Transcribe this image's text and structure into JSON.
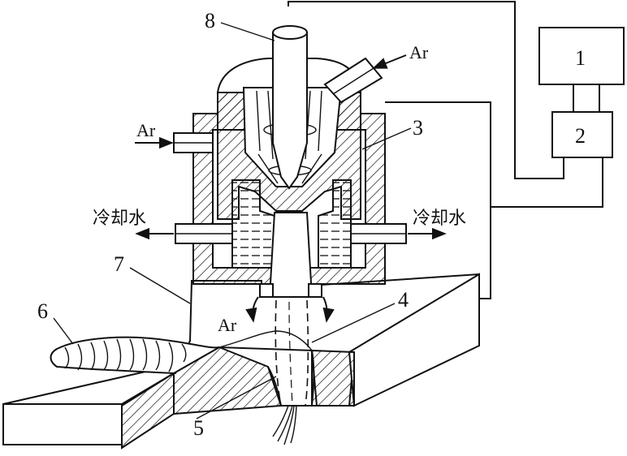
{
  "labels": {
    "n1": "1",
    "n2": "2",
    "n3": "3",
    "n4": "4",
    "n5": "5",
    "n6": "6",
    "n7": "7",
    "n8": "8",
    "ar_top": "Ar",
    "ar_left": "Ar",
    "ar_bottom": "Ar",
    "cooling_left": "冷却水",
    "cooling_right": "冷却水"
  },
  "colors": {
    "line": "#111111",
    "background": "#ffffff"
  }
}
